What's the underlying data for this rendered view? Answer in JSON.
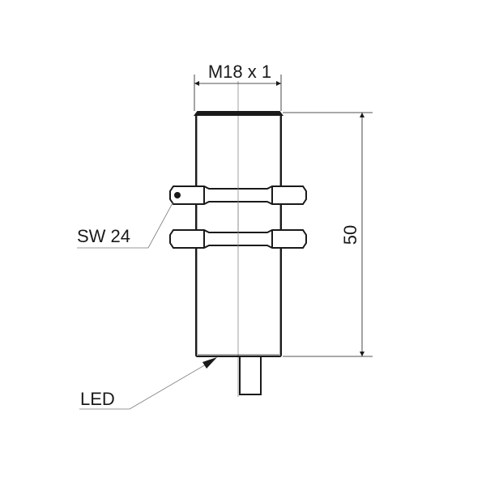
{
  "labels": {
    "thread": "M18 x 1",
    "wrench_size": "SW 24",
    "length": "50",
    "led": "LED"
  },
  "colors": {
    "line": "#1a1a1a",
    "thin": "#777777"
  }
}
